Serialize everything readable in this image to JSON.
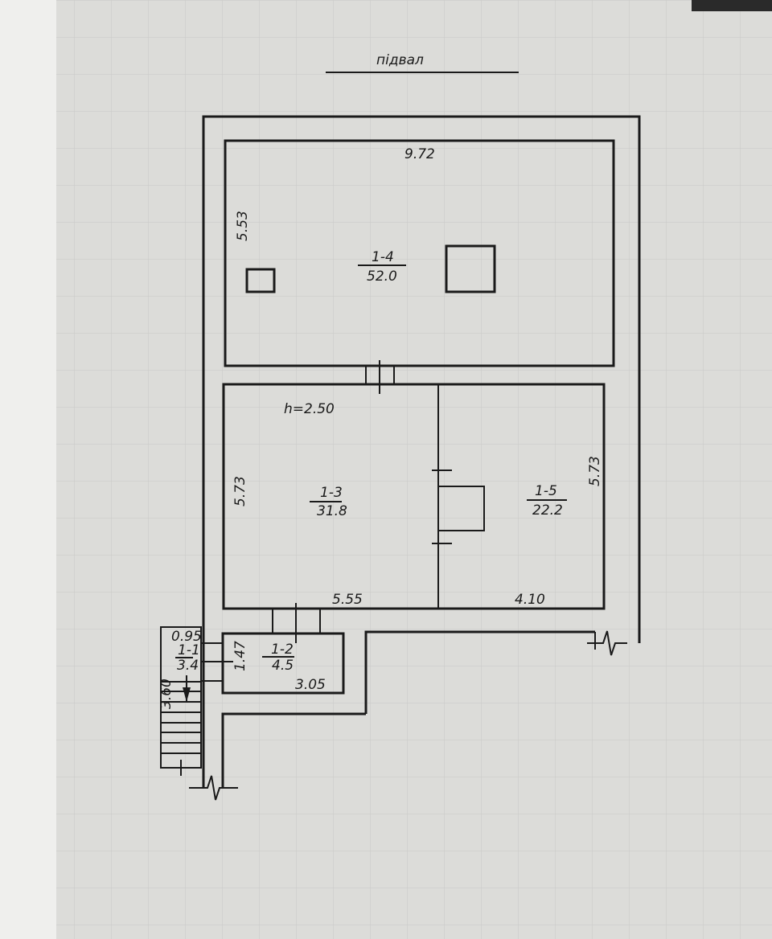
{
  "title": "підвал",
  "rooms": [
    {
      "id": "1-4",
      "area": "52.0",
      "width": "9.72",
      "depth": "5.53"
    },
    {
      "id": "1-3",
      "area": "31.8",
      "width": "5.55",
      "depth": "5.73",
      "height": "h=2.50"
    },
    {
      "id": "1-5",
      "area": "22.2",
      "width": "4.10",
      "depth": "5.73"
    },
    {
      "id": "1-2",
      "area": "4.5",
      "width": "3.05",
      "depth": "1.47"
    },
    {
      "id": "1-1",
      "area": "3.4",
      "width": "0.95",
      "depth": "3.60"
    }
  ]
}
